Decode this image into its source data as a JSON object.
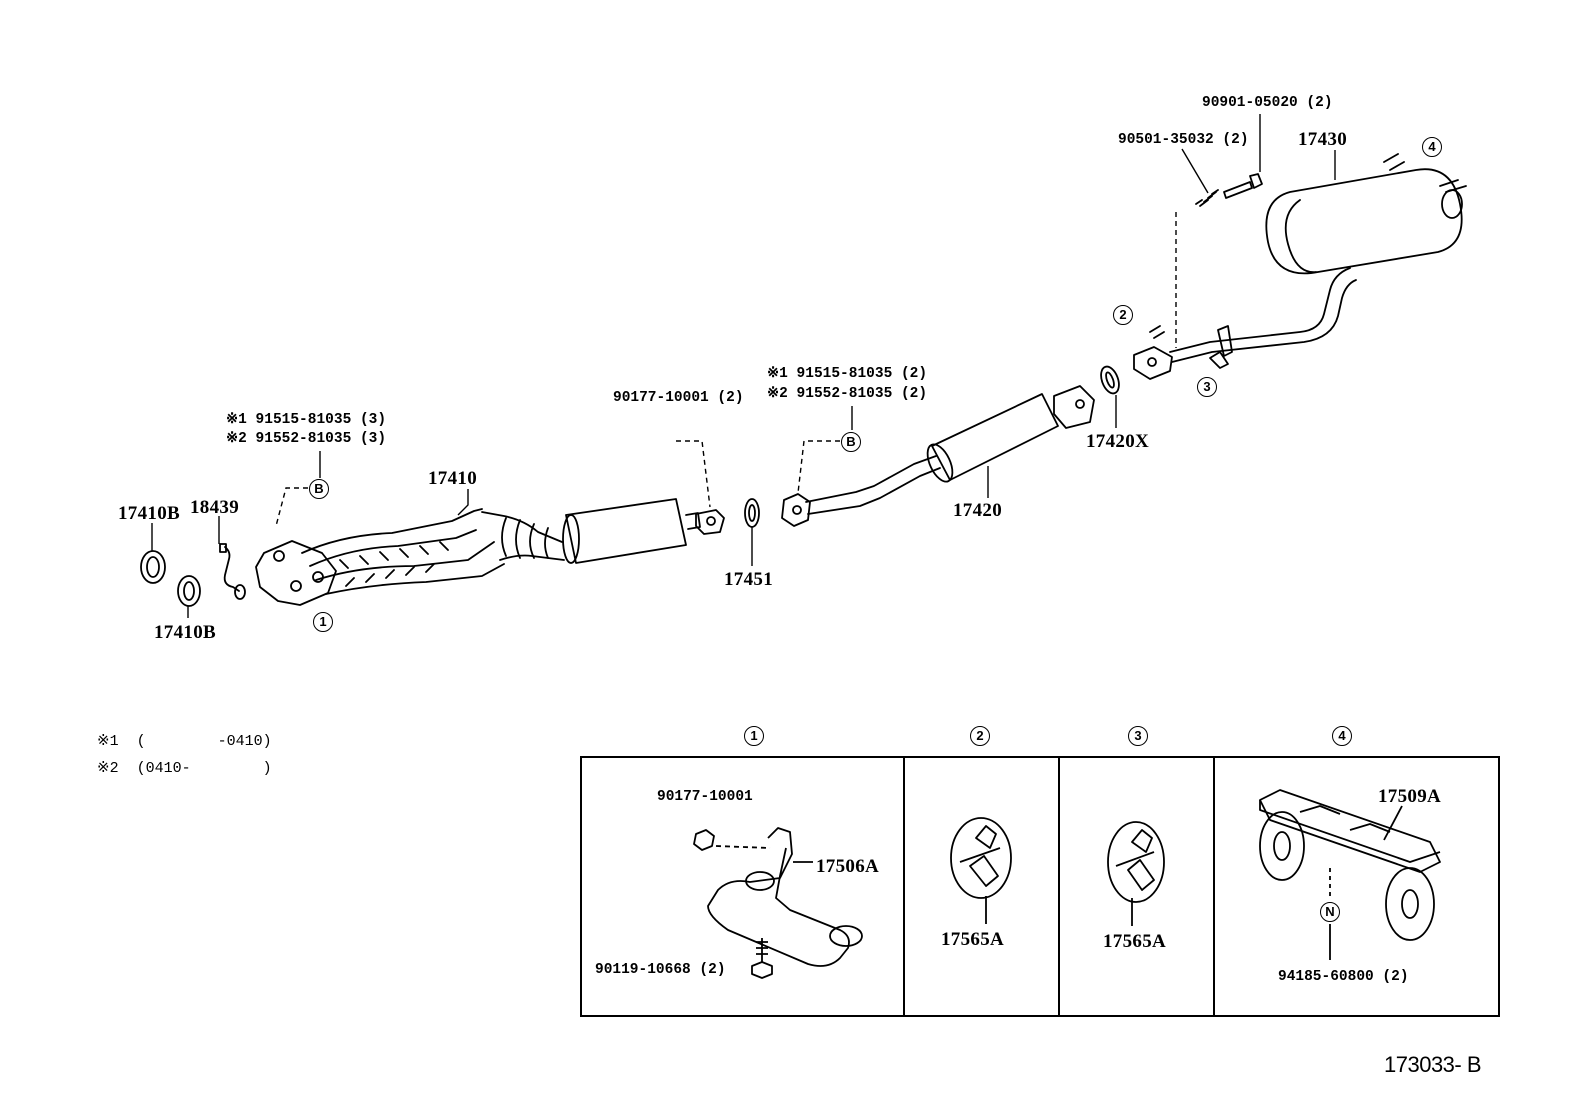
{
  "parts": {
    "exhaust_manifold_pipe": "17410",
    "gasket_17410b_top": "17410B",
    "gasket_17410b_bottom": "17410B",
    "oxygen_sensor": "18439",
    "gasket_17451": "17451",
    "center_pipe": "17420",
    "gasket_17420x": "17420X",
    "tail_pipe": "17430",
    "nut_90177": "90177-10001 (2)",
    "spring_90501": "90501-35032 (2)",
    "bolt_90901": "90901-05020 (2)"
  },
  "bolt_notes": {
    "front": {
      "line1": "※1  91515-81035 (3)",
      "line2": "※2  91552-81035 (3)",
      "marker": "B"
    },
    "center": {
      "line1": "※1 91515-81035 (2)",
      "line2": "※2 91552-81035 (2)",
      "marker": "B"
    }
  },
  "callouts": [
    "1",
    "2",
    "3",
    "4"
  ],
  "footnotes": [
    "※1  (        -0410)",
    "※2  (0410-        )"
  ],
  "detail_panels": [
    {
      "id": "1",
      "labels": {
        "nut": "90177-10001",
        "bracket": "17506A",
        "bolt": "90119-10668 (2)"
      }
    },
    {
      "id": "2",
      "labels": {
        "hanger": "17565A"
      }
    },
    {
      "id": "3",
      "labels": {
        "hanger": "17565A"
      }
    },
    {
      "id": "4",
      "labels": {
        "support": "17509A",
        "nut": "94185-60800 (2)",
        "marker": "N"
      }
    }
  ],
  "diagram_ref": "173033- B"
}
